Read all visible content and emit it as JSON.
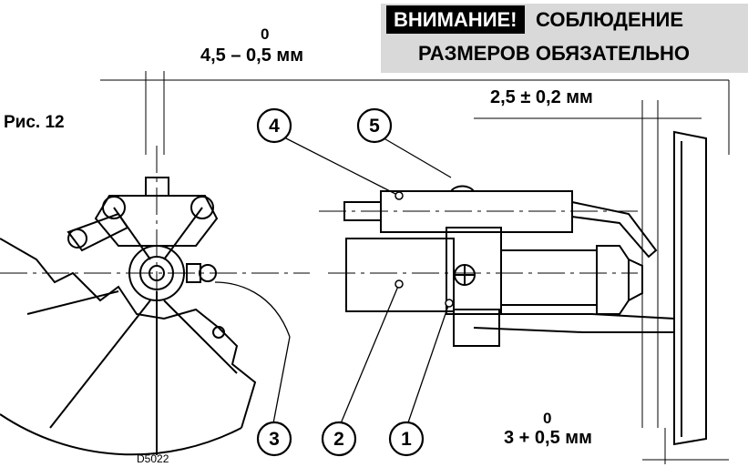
{
  "warning": {
    "badge": "ВНИМАНИЕ!",
    "line1": "СОБЛЮДЕНИЕ",
    "line2": "РАЗМЕРОВ ОБЯЗАТЕЛЬНО"
  },
  "figure_label": "Рис. 12",
  "drawing_code": "D5022",
  "dimensions": {
    "top_upper": "0",
    "top_value": "4,5 – 0,5 мм",
    "gap_value": "2,5 ± 0,2 мм",
    "bottom_upper": "0",
    "bottom_value": "3 + 0,5 мм"
  },
  "callouts": [
    "1",
    "2",
    "3",
    "4",
    "5"
  ]
}
